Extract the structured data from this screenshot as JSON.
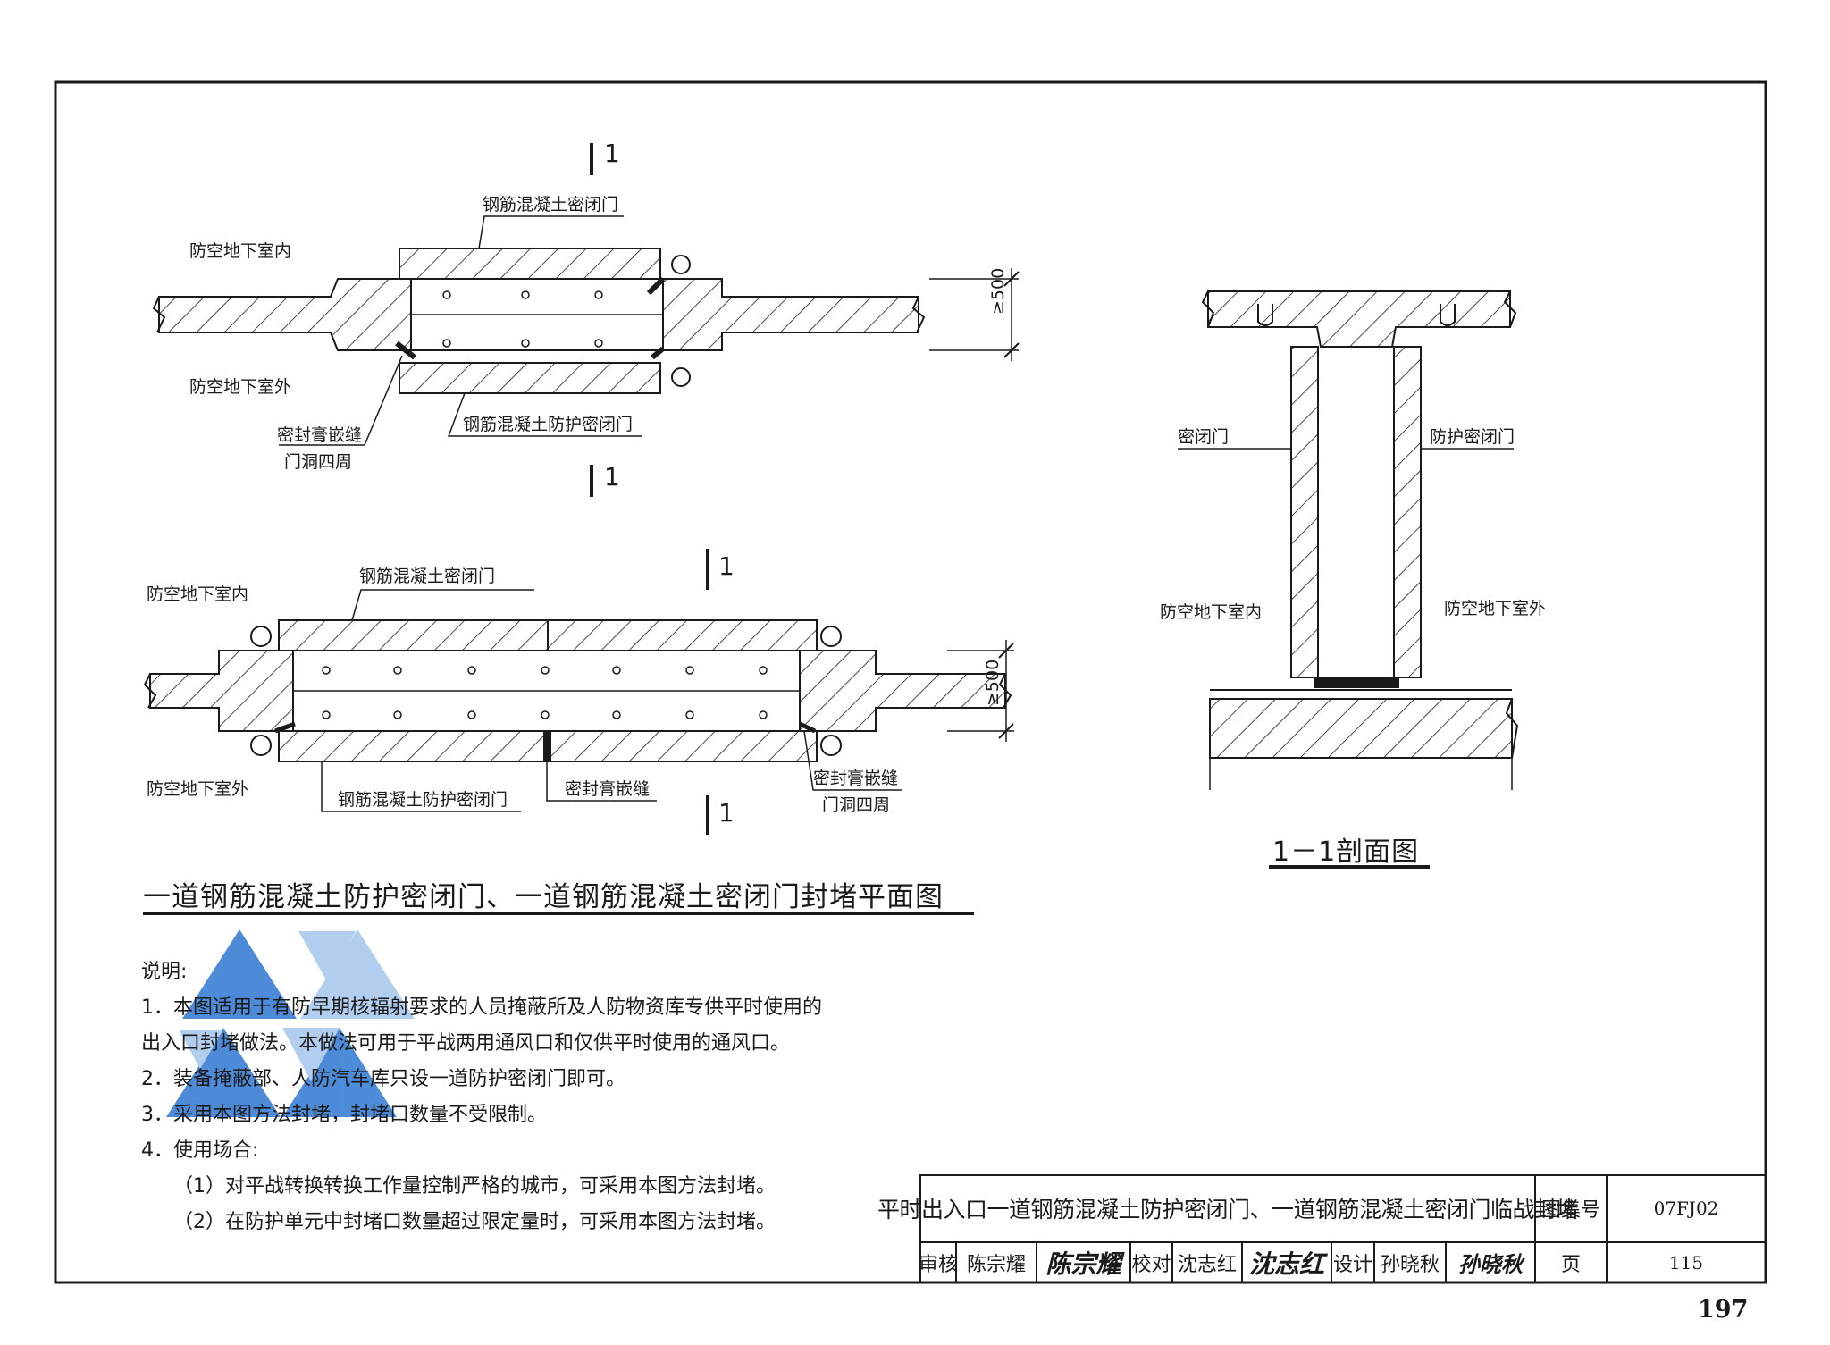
{
  "plan_top": {
    "section_mark_top": "1",
    "section_mark_bottom": "1",
    "label_door_top": "钢筋混凝土密闭门",
    "label_inside": "防空地下室内",
    "label_outside": "防空地下室外",
    "label_door_bottom": "钢筋混凝土防护密闭门",
    "label_seal_1": "密封膏嵌缝",
    "label_seal_2": "门洞四周",
    "dim": "≥500"
  },
  "plan_bottom": {
    "section_mark_top": "1",
    "section_mark_bottom": "1",
    "label_inside": "防空地下室内",
    "label_door_top": "钢筋混凝土密闭门",
    "label_outside": "防空地下室外",
    "label_door_bottom": "钢筋混凝土防护密闭门",
    "label_seal_mid": "密封膏嵌缝",
    "label_seal_1": "密封膏嵌缝",
    "label_seal_2": "门洞四周",
    "dim": "≥500"
  },
  "section": {
    "label_airtight_door": "密闭门",
    "label_protective_door": "防护密闭门",
    "label_inside": "防空地下室内",
    "label_outside": "防空地下室外",
    "title": "1－1剖面图"
  },
  "plan_title": "一道钢筋混凝土防护密闭门、一道钢筋混凝土密闭门封堵平面图",
  "notes": {
    "heading": "说明:",
    "items": [
      "1．本图适用于有防早期核辐射要求的人员掩蔽所及人防物资库专供平时使用的",
      "出入口封堵做法。本做法可用于平战两用通风口和仅供平时使用的通风口。",
      "2．装备掩蔽部、人防汽车库只设一道防护密闭门即可。",
      "3．采用本图方法封堵，封堵口数量不受限制。",
      "4．使用场合:",
      "（1）对平战转换转换工作量控制严格的城市，可采用本图方法封堵。",
      "（2）在防护单元中封堵口数量超过限定量时，可采用本图方法封堵。"
    ]
  },
  "title_block": {
    "title": "平时出入口一道钢筋混凝土防护密闭门、一道钢筋混凝土密闭门临战封堵",
    "atlas_label": "图集号",
    "atlas_no": "07FJ02",
    "review_label": "审核",
    "reviewer": "陈宗耀",
    "review_sig": "陈宗耀",
    "check_label": "校对",
    "checker": "沈志红",
    "check_sig": "沈志红",
    "design_label": "设计",
    "designer": "孙晓秋",
    "design_sig": "孙晓秋",
    "page_label": "页",
    "page_no": "115"
  },
  "book_page": "197",
  "colors": {
    "line": "#1a1a1a",
    "watermark_blue": "#3a7fd5",
    "watermark_light": "#a9c9ee"
  }
}
